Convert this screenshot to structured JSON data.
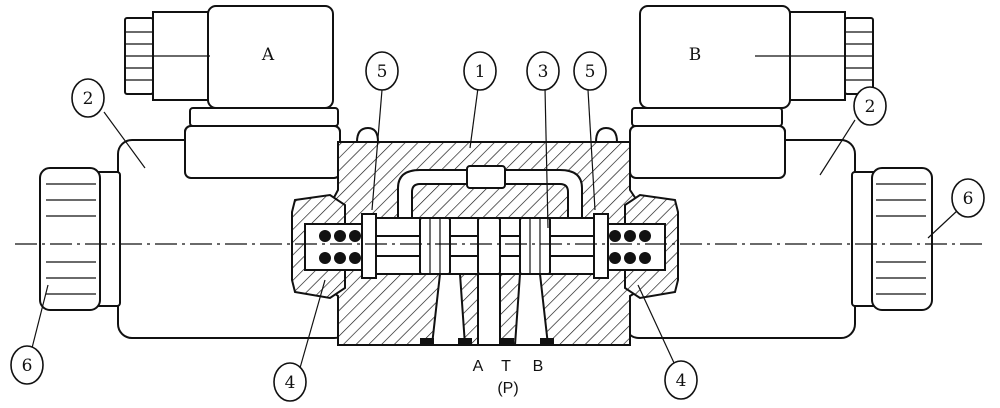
{
  "solenoids": [
    {
      "label": "A"
    },
    {
      "label": "B"
    }
  ],
  "callouts": [
    {
      "number": "1"
    },
    {
      "number": "2"
    },
    {
      "number": "2"
    },
    {
      "number": "3"
    },
    {
      "number": "4"
    },
    {
      "number": "4"
    },
    {
      "number": "5"
    },
    {
      "number": "5"
    },
    {
      "number": "6"
    },
    {
      "number": "6"
    }
  ],
  "ports": {
    "a": "A",
    "t": "T",
    "b": "B",
    "p": "(P)"
  }
}
